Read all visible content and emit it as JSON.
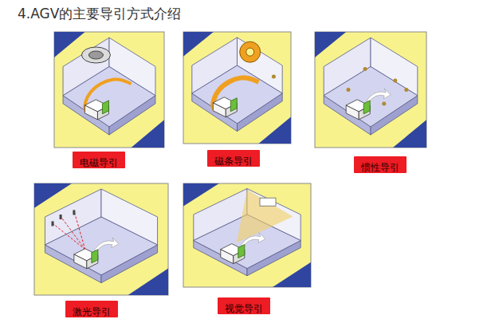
{
  "diagram": {
    "title": "4.AGV的主要导引方式介绍",
    "nodes": [
      {
        "text": [
          "电磁导引"
        ]
      },
      {
        "text": [
          "磁条导引"
        ]
      },
      {
        "text": [
          "惯性导引"
        ]
      },
      {
        "text": [
          "激光导引"
        ]
      },
      {
        "text": [
          "视觉导引"
        ]
      }
    ]
  }
}
